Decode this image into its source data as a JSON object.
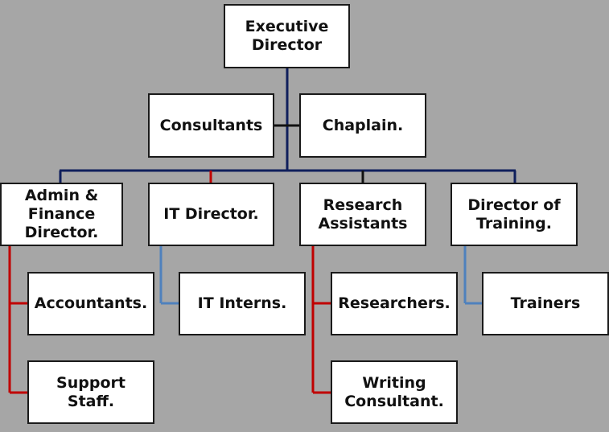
{
  "colors": {
    "background": "#a6a6a6",
    "navy_connector": "#0f1f5c",
    "red_connector": "#c00000",
    "blue_connector": "#4f81bd",
    "black_connector": "#111111"
  },
  "org": {
    "executive": "Executive\nDirector",
    "consultants": "Consultants",
    "chaplain": "Chaplain.",
    "admin_finance": "Admin &\nFinance\nDirector.",
    "it_director": "IT Director.",
    "research_assistants": "Research\nAssistants",
    "director_training": "Director of\nTraining.",
    "accountants": "Accountants.",
    "support_staff": "Support\nStaff.",
    "it_interns": "IT Interns.",
    "researchers": "Researchers.",
    "writing_consultant": "Writing\nConsultant.",
    "trainers": "Trainers"
  }
}
